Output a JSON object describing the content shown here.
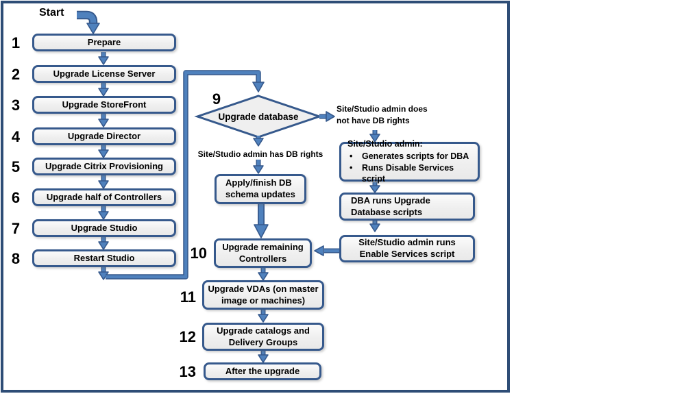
{
  "start_label": "Start",
  "bullet_char": "•",
  "left_steps": [
    {
      "num": "1",
      "label": "Prepare"
    },
    {
      "num": "2",
      "label": "Upgrade License Server"
    },
    {
      "num": "3",
      "label": "Upgrade StoreFront"
    },
    {
      "num": "4",
      "label": "Upgrade Director"
    },
    {
      "num": "5",
      "label": "Upgrade Citrix Provisioning"
    },
    {
      "num": "6",
      "label": "Upgrade half of Controllers"
    },
    {
      "num": "7",
      "label": "Upgrade Studio"
    },
    {
      "num": "8",
      "label": "Restart Studio"
    }
  ],
  "decision": {
    "num": "9",
    "label": "Upgrade database"
  },
  "branch_has_rights": {
    "label": "Site/Studio admin has DB rights"
  },
  "branch_no_rights": {
    "line1": "Site/Studio admin does",
    "line2": "not have  DB rights"
  },
  "apply_db_box": {
    "line1": "Apply/finish DB",
    "line2": "schema updates"
  },
  "admin_scripts_box": {
    "title": "Site/Studio admin:",
    "bullets": [
      "Generates scripts for DBA",
      "Runs Disable Services script"
    ]
  },
  "dba_box": {
    "line1": "DBA runs Upgrade",
    "line2": "Database scripts"
  },
  "enable_box": {
    "line1": "Site/Studio admin runs",
    "line2": "Enable Services script"
  },
  "step10": {
    "num": "10",
    "line1": "Upgrade remaining",
    "line2": "Controllers"
  },
  "step11": {
    "num": "11",
    "line1": "Upgrade VDAs (on master",
    "line2": "image or machines)"
  },
  "step12": {
    "num": "12",
    "line1": "Upgrade catalogs and",
    "line2": "Delivery Groups"
  },
  "step13": {
    "num": "13",
    "label": "After the upgrade"
  },
  "colors": {
    "accent_blue": "#4f81bd",
    "dark_blue": "#36598c",
    "frame_blue": "#2e4d76",
    "box_fill": "#efefef",
    "text": "#000000",
    "background": "#ffffff"
  }
}
